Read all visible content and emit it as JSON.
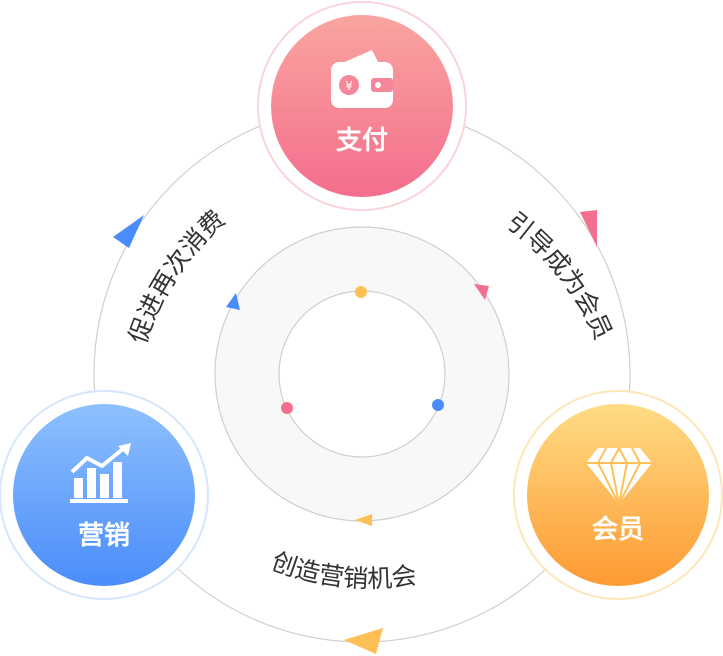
{
  "nodes": {
    "pay": {
      "label": "支付",
      "icon": "wallet-icon"
    },
    "member": {
      "label": "会员",
      "icon": "diamond-icon"
    },
    "marketing": {
      "label": "营销",
      "icon": "growth-chart-icon"
    }
  },
  "flows": {
    "pay_to_member": "引导成为会员",
    "member_to_marketing": "创造营销机会",
    "marketing_to_pay": "促进再次消费"
  },
  "colors": {
    "pay_top": "#f9a5a0",
    "pay_bottom": "#f46e8d",
    "member_top": "#fedc84",
    "member_bottom": "#fe9a33",
    "marketing_top": "#8ec0fd",
    "marketing_bottom": "#4a8dfa",
    "ring_line": "#cfcfcf",
    "inner_fill": "#f8f8f8"
  }
}
